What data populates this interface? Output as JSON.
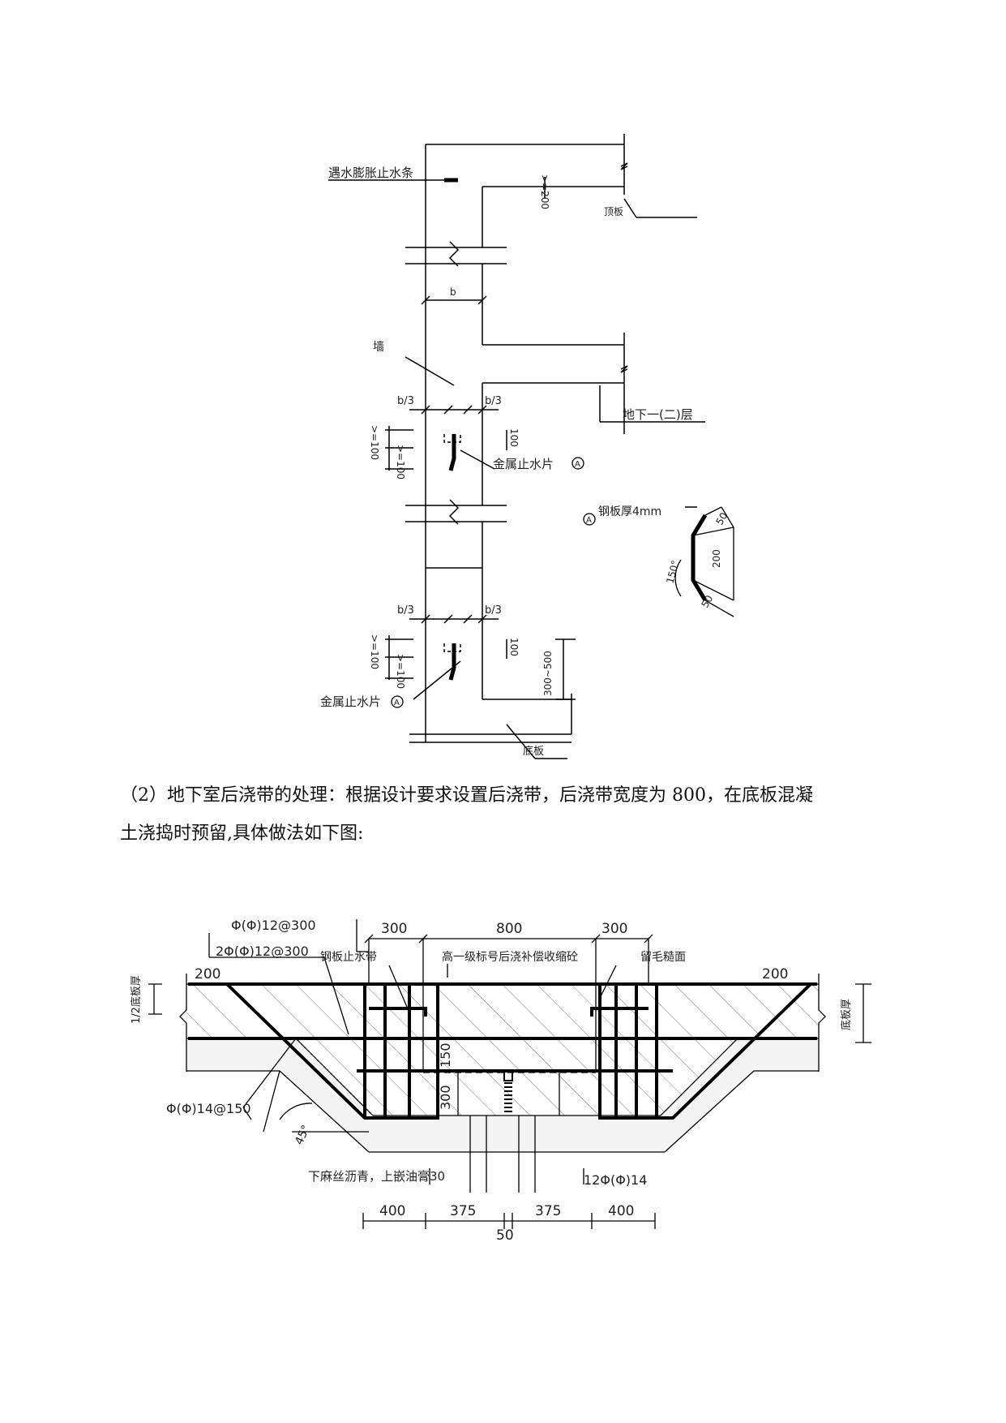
{
  "detail1": {
    "waterstop_strip": "遇水膨胀止水条",
    "dim_ge200": ">=200",
    "roof_slab": "顶板",
    "dim_b": "b",
    "wall": "墙",
    "dim_b3": "b/3",
    "dim_ge100": ">=100",
    "dim_100": "100",
    "basement_floor": "地下一(二)层",
    "metal_waterstop_a": "金属止水片",
    "mark_a": "A",
    "steel_plate": "钢板厚4mm",
    "dim_50": "50",
    "dim_200": "200",
    "angle_150": "150°",
    "dim_300_500": "300~500",
    "bottom_slab": "底板"
  },
  "paragraph": {
    "line1": "（2）地下室后浇带的处理：根据设计要求设置后浇带，后浇带宽度为 800，在底板混凝",
    "line2": "土浇捣时预留,具体做法如下图:"
  },
  "detail2": {
    "rebar_top": "Φ(Φ)12@300",
    "rebar_2": "2Φ(Φ)12@300",
    "dim_300": "300",
    "dim_800": "800",
    "steel_waterstop": "钢板止水带",
    "high_grade_concrete": "高一级标号后浇补偿收缩砼",
    "rough_surface": "留毛糙面",
    "dim_200": "200",
    "half_thickness": "1/2底板厚",
    "slab_thickness": "底板厚",
    "dim_150": "150",
    "rebar_14": "Φ(Φ)14@150",
    "angle_45": "45°",
    "asphalt_note": "下麻丝沥青，上嵌油膏30",
    "rebar_12_14": "12Φ(Φ)14",
    "dim_400": "400",
    "dim_375": "375",
    "dim_50": "50"
  }
}
